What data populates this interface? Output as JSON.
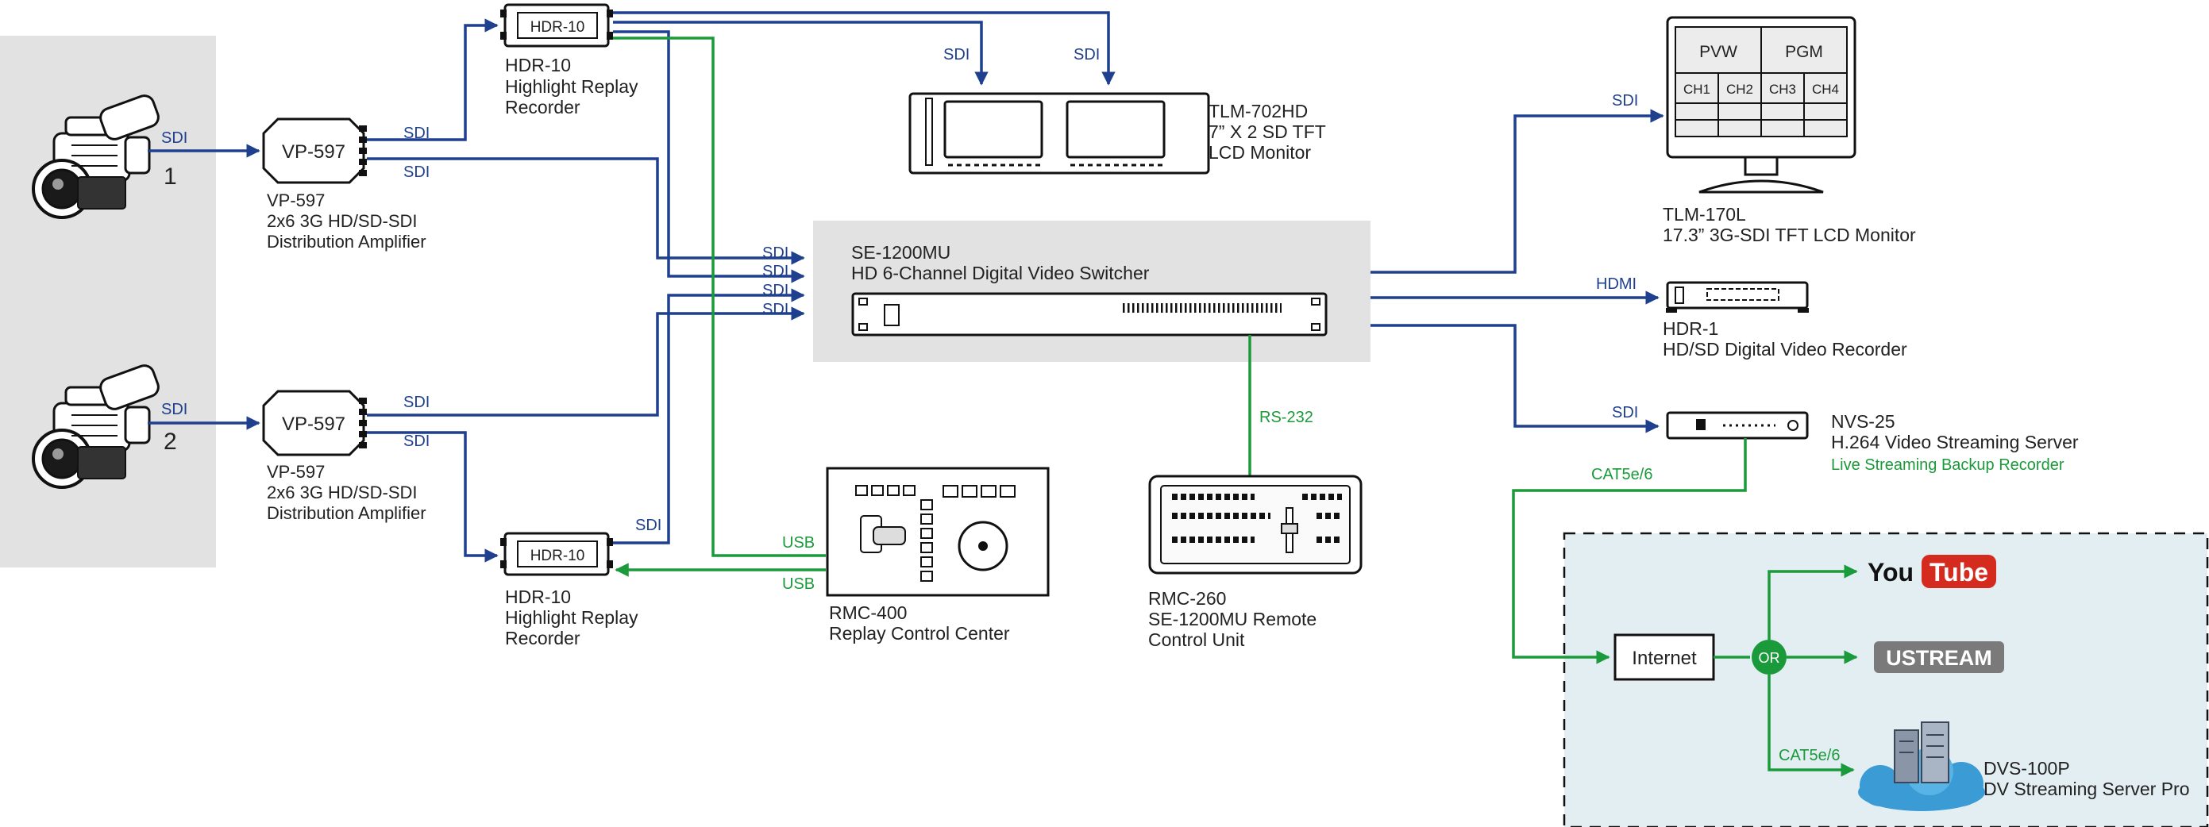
{
  "colors": {
    "sdi_line": "#1f3f8f",
    "green_line": "#1a9a3a",
    "panel_gray": "#e2e2e2",
    "streaming_panel": "#e3eef3",
    "youtube_red": "#d52b1e",
    "ustream_gray": "#7a7a7a"
  },
  "cameras": [
    {
      "icon": "video-camera-icon",
      "number": "1"
    },
    {
      "icon": "video-camera-icon",
      "number": "2"
    }
  ],
  "vp597_top": {
    "box": "VP-597",
    "title": "VP-597",
    "line2": "2x6 3G HD/SD-SDI",
    "line3": "Distribution Amplifier"
  },
  "vp597_bottom": {
    "box": "VP-597",
    "title": "VP-597",
    "line2": "2x6 3G HD/SD-SDI",
    "line3": "Distribution Amplifier"
  },
  "hdr10_top": {
    "box": "HDR-10",
    "title": "HDR-10",
    "line2": "Highlight Replay",
    "line3": "Recorder"
  },
  "hdr10_bottom": {
    "box": "HDR-10",
    "title": "HDR-10",
    "line2": "Highlight Replay",
    "line3": "Recorder"
  },
  "tlm702": {
    "title": "TLM-702HD",
    "line2": "7”  X 2 SD TFT",
    "line3": "LCD Monitor"
  },
  "switcher": {
    "title": "SE-1200MU",
    "line2": "HD 6-Channel Digital Video Switcher"
  },
  "tlm170": {
    "title": "TLM-170L",
    "line2": "17.3”  3G-SDI  TFT LCD Monitor",
    "screen": [
      "PVW",
      "PGM",
      "CH1",
      "CH2",
      "CH3",
      "CH4"
    ]
  },
  "hdr1": {
    "title": "HDR-1",
    "line2": "HD/SD Digital Video Recorder"
  },
  "nvs25": {
    "title": "NVS-25",
    "line2": "H.264 Video Streaming Server",
    "line3": "Live Streaming Backup Recorder"
  },
  "rmc400": {
    "title": "RMC-400",
    "line2": "Replay Control Center"
  },
  "rmc260": {
    "title": "RMC-260",
    "line2": "SE-1200MU Remote",
    "line3": "Control Unit"
  },
  "streaming": {
    "internet": "Internet",
    "or": "OR",
    "youtube_you": "You",
    "youtube_tube": "Tube",
    "ustream": "USTREAM",
    "dvs_title": "DVS-100P",
    "dvs_line2": "DV Streaming Server Pro"
  },
  "connections": {
    "sdi": "SDI",
    "hdmi": "HDMI",
    "rs232": "RS-232",
    "usb": "USB",
    "cat5": "CAT5e/6"
  }
}
